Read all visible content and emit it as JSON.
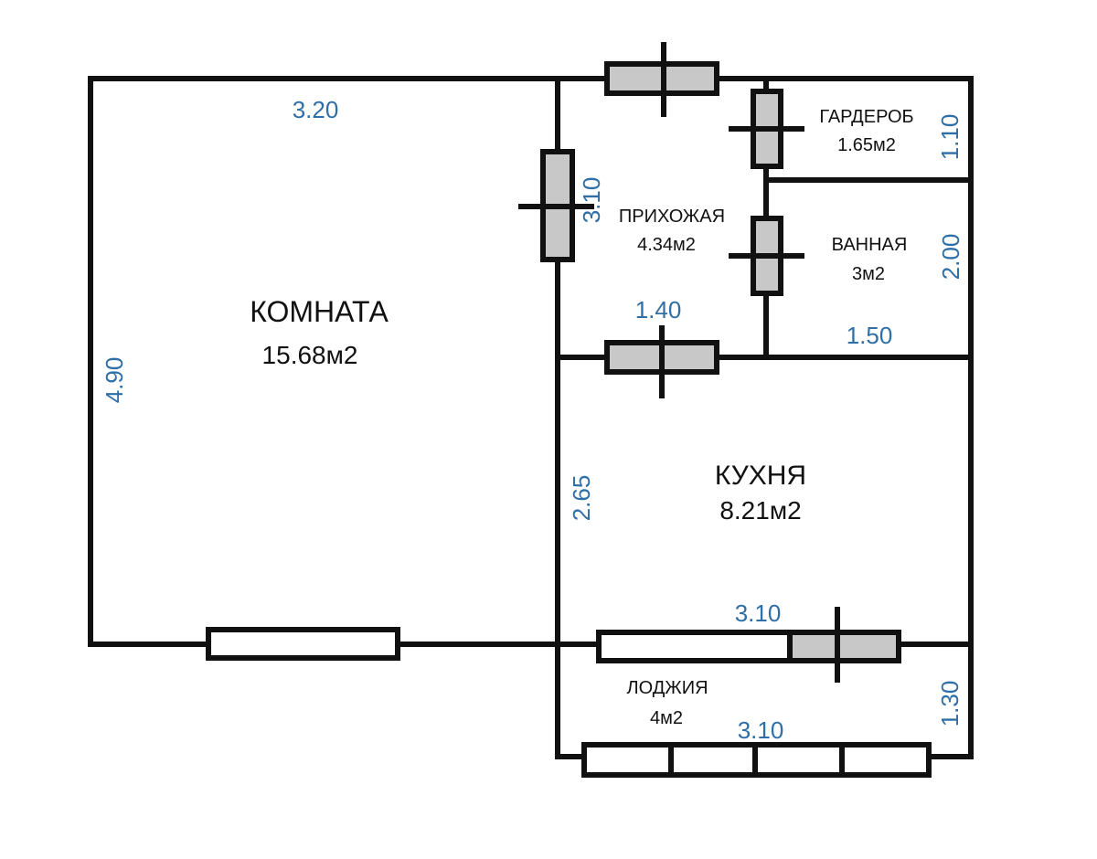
{
  "plan": {
    "accent_dimension_color": "#2e6fa8",
    "wall_color": "#111111",
    "door_fill_color": "#c8c8c8",
    "rooms": [
      {
        "id": "room",
        "name": "КОМНАТА",
        "area": "15.68м2"
      },
      {
        "id": "hallway",
        "name": "ПРИХОЖАЯ",
        "area": "4.34м2"
      },
      {
        "id": "wardrobe",
        "name": "ГАРДЕРОБ",
        "area": "1.65м2"
      },
      {
        "id": "bathroom",
        "name": "ВАННАЯ",
        "area": "3м2"
      },
      {
        "id": "kitchen",
        "name": "КУХНЯ",
        "area": "8.21м2"
      },
      {
        "id": "loggia",
        "name": "ЛОДЖИЯ",
        "area": "4м2"
      }
    ],
    "dimensions": {
      "room_width": "3.20",
      "room_length": "4.90",
      "hallway_length": "3.10",
      "hallway_width": "1.40",
      "wardrobe_depth": "1.10",
      "bathroom_length": "2.00",
      "bathroom_width": "1.50",
      "kitchen_length": "2.65",
      "kitchen_width": "3.10",
      "loggia_width": "3.10",
      "loggia_depth": "1.30"
    }
  }
}
